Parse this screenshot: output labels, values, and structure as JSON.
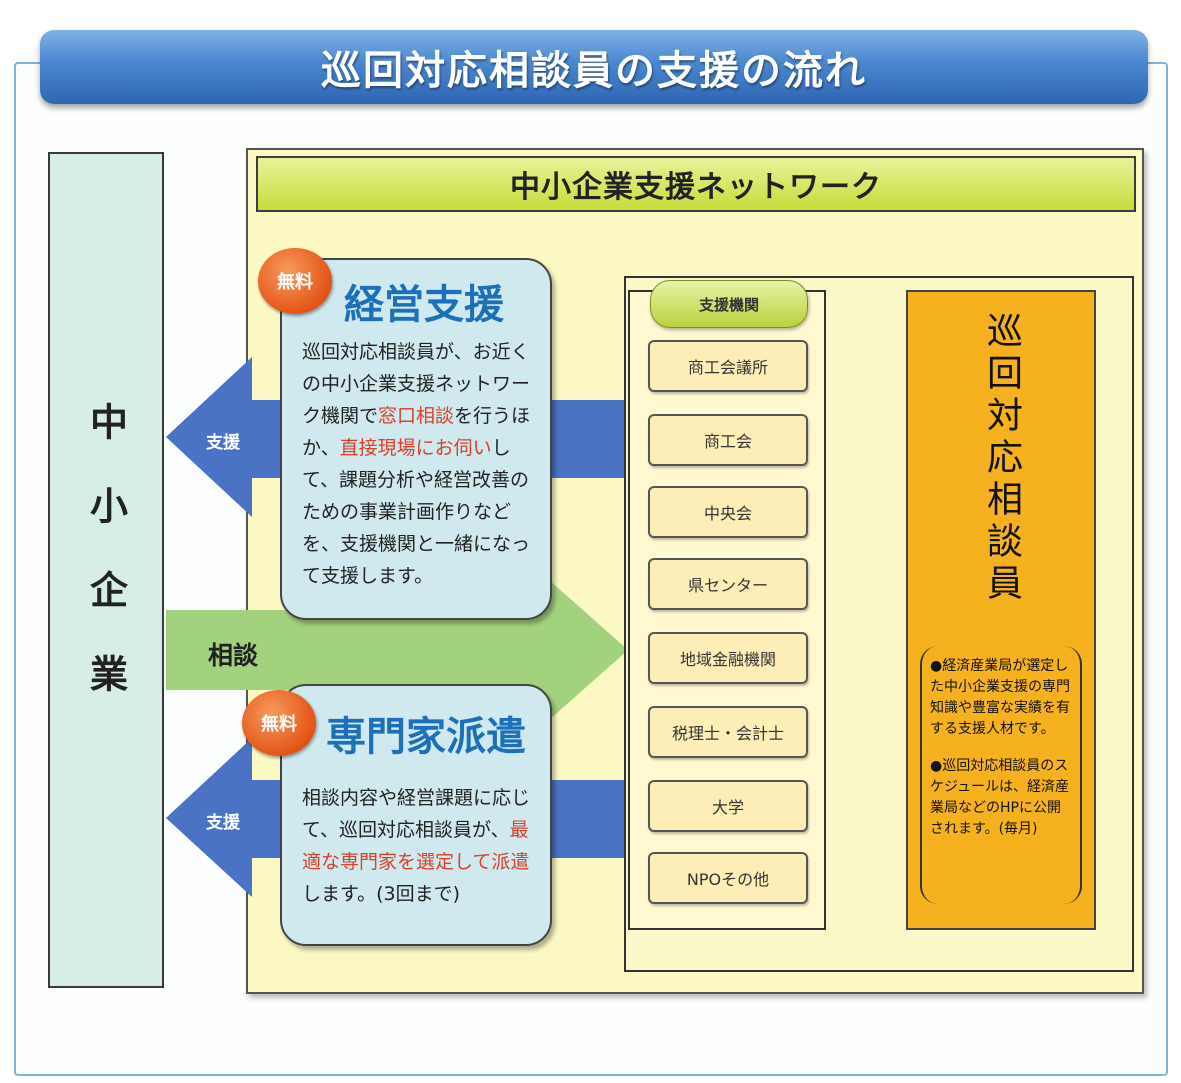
{
  "title": "巡回対応相談員の支援の流れ",
  "sme_label": "中小企業",
  "network_title": "中小企業支援ネットワーク",
  "free_badge": "無料",
  "management_support": {
    "title": "経営支援",
    "body_1": "巡回対応相談員が、お近くの中小企業支援ネットワーク機関で",
    "body_red_1": "窓口相談",
    "body_2": "を行うほか、",
    "body_red_2": "直接現場にお伺い",
    "body_3": "して、課題分析や経営改善のための事業計画作りなどを、支援機関と一緒になって支援します。"
  },
  "expert_dispatch": {
    "title": "専門家派遣",
    "body_1": "相談内容や経営課題に応じて、巡回対応相談員が、",
    "body_red": "最適な専門家を選定して派遣",
    "body_2": "します。(3回まで)"
  },
  "arrow_support_label": "支援",
  "arrow_consult_label": "相談",
  "support_orgs": {
    "header": "支援機関",
    "items": [
      "商工会議所",
      "商工会",
      "中央会",
      "県センター",
      "地域金融機関",
      "税理士・会計士",
      "大学",
      "NPOその他"
    ]
  },
  "advisor": {
    "title": "巡回対応相談員",
    "note_1": "●経済産業局が選定した中小企業支援の専門知識や豊富な実績を有する支援人材です。",
    "note_2": "●巡回対応相談員のスケジュールは、経済産業局などのHPに公開されます。(毎月)"
  },
  "colors": {
    "title_blue": "#3a74c2",
    "arrow_blue": "#4a73c5",
    "arrow_green": "#9fcf7a",
    "arrow_red": "#e6231b",
    "network_bg": "#fbf8c4",
    "advisor_bg": "#f5b21e",
    "highlight_red": "#d9412b"
  }
}
